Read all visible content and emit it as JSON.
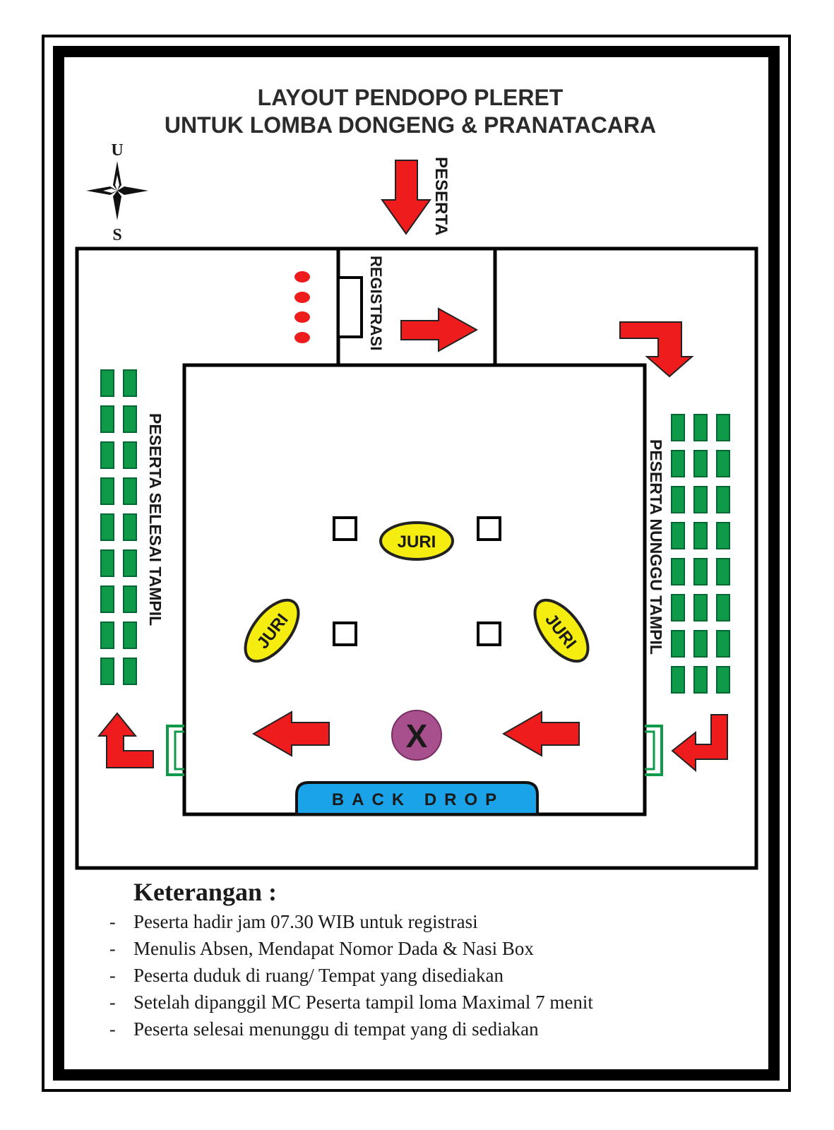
{
  "title": {
    "line1": "LAYOUT PENDOPO PLERET",
    "line2": "UNTUK LOMBA DONGENG & PRANATACARA"
  },
  "compass": {
    "north": "U",
    "south": "S",
    "icon": "compass-rose-icon"
  },
  "labels": {
    "peserta_entry": "PESERTA",
    "registrasi": "REGISTRASI",
    "peserta_selesai": "PESERTA SELESAI TAMPIL",
    "peserta_nunggu": "PESERTA NUNGGU TAMPIL",
    "juri": "JURI",
    "stage_mark": "X",
    "backdrop": "BACK DROP"
  },
  "keterangan": {
    "heading": "Keterangan :",
    "items": [
      "Peserta hadir jam 07.30 WIB untuk registrasi",
      "Menulis Absen, Mendapat Nomor Dada & Nasi Box",
      "Peserta duduk di ruang/ Tempat yang disediakan",
      "Setelah dipanggil MC Peserta tampil loma Maximal 7 menit",
      "Peserta selesai menunggu di tempat yang di sediakan"
    ],
    "bullet": "-"
  },
  "colors": {
    "arrow": "#ee1c1c",
    "seat": "#0e9a48",
    "juri": "#f5ec10",
    "stage_mark": "#a8508e",
    "backdrop": "#1aa3e8",
    "red_dot": "#ee1c1c"
  }
}
